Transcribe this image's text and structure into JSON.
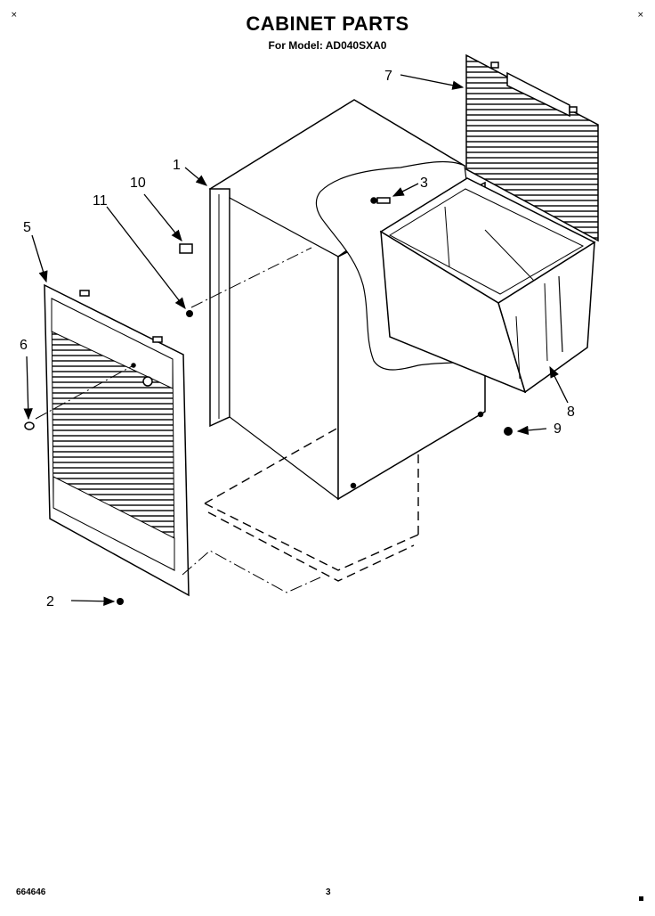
{
  "header": {
    "title": "CABINET PARTS",
    "subtitle": "For Model: AD040SXA0"
  },
  "corners": {
    "top_left": "×",
    "top_right": "×"
  },
  "callouts": [
    "1",
    "2",
    "3",
    "5",
    "6",
    "7",
    "8",
    "9",
    "10",
    "11"
  ],
  "footer": {
    "doc_number": "664646",
    "page": "3"
  }
}
